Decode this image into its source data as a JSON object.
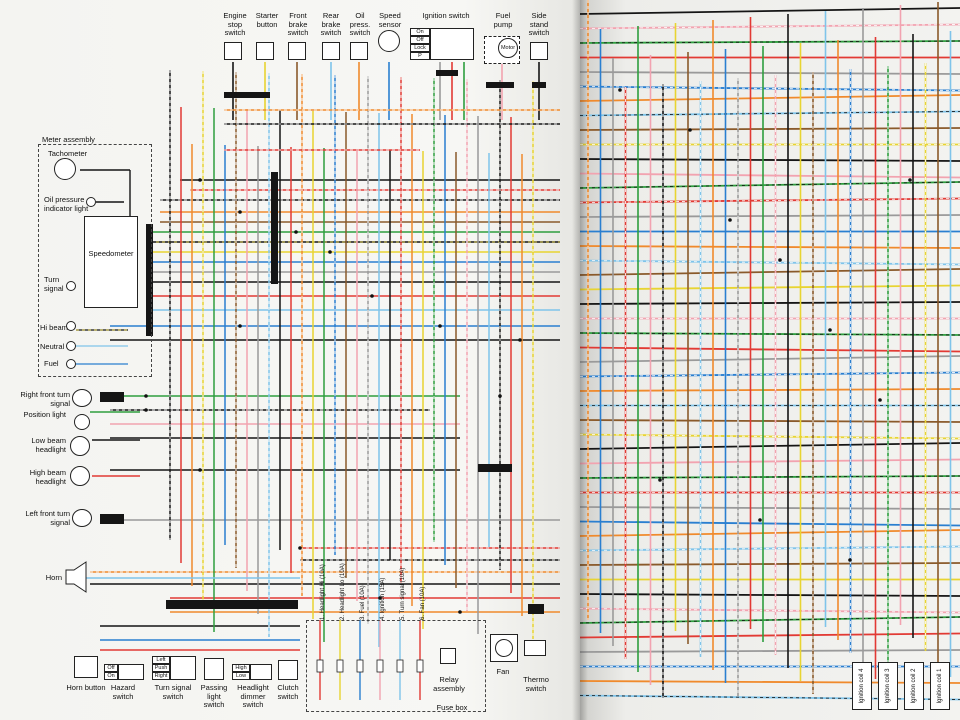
{
  "colors": {
    "black": "#151515",
    "red": "#e23a34",
    "orange": "#f08a2c",
    "yellow": "#e8d431",
    "green": "#2e9e3e",
    "blue": "#2a7fd0",
    "brown": "#8a5a2b",
    "pink": "#f2a3b0",
    "gray": "#9a9a9a",
    "white": "#ffffff",
    "lightblue": "#7fc4ea"
  },
  "meter": {
    "assembly": "Meter assembly",
    "tachometer": "Tachometer",
    "oil_light": "Oil pressure indicator light",
    "speedometer": "Speedometer",
    "turn_signal": "Turn signal",
    "hi_beam": "Hi beam",
    "neutral": "Neutral",
    "fuel": "Fuel"
  },
  "top_switches": [
    {
      "id": "engine-stop-switch",
      "label": "Engine stop switch"
    },
    {
      "id": "starter-button",
      "label": "Starter button"
    },
    {
      "id": "front-brake-switch",
      "label": "Front brake switch"
    },
    {
      "id": "rear-brake-switch",
      "label": "Rear brake switch"
    },
    {
      "id": "oil-press-switch",
      "label": "Oil press. switch"
    },
    {
      "id": "speed-sensor",
      "label": "Speed sensor"
    },
    {
      "id": "ignition-switch",
      "label": "Ignition switch"
    },
    {
      "id": "fuel-pump",
      "label": "Fuel pump"
    },
    {
      "id": "side-stand-switch",
      "label": "Side stand switch"
    }
  ],
  "ignition_positions": [
    "On",
    "Off",
    "Lock",
    "P"
  ],
  "motor_label": "Motor",
  "left_lights": [
    {
      "id": "right-front-turn-signal",
      "label": "Right front turn signal"
    },
    {
      "id": "position-light",
      "label": "Position light"
    },
    {
      "id": "low-beam-headlight",
      "label": "Low beam headlight"
    },
    {
      "id": "high-beam-headlight",
      "label": "High beam headlight"
    },
    {
      "id": "left-front-turn-signal",
      "label": "Left front turn signal"
    }
  ],
  "horn": "Horn",
  "bottom_switches": [
    {
      "id": "horn-button",
      "label": "Horn button"
    },
    {
      "id": "hazard-switch",
      "label": "Hazard switch"
    },
    {
      "id": "turn-signal-switch",
      "label": "Turn signal switch"
    },
    {
      "id": "passing-light-switch",
      "label": "Passing light switch"
    },
    {
      "id": "headlight-dimmer-switch",
      "label": "Headlight dimmer switch"
    },
    {
      "id": "clutch-switch",
      "label": "Clutch switch"
    }
  ],
  "hazard_states": [
    "Off",
    "On"
  ],
  "turn_states": [
    "Left",
    "Push",
    "Right"
  ],
  "dimmer_states": [
    "High",
    "Low"
  ],
  "fuses": [
    "1. Headlight Hi (10A)",
    "2. Headlight Lo (10A)",
    "3. Fuel (10A)",
    "4. Ignition (15A)",
    "5. Turn signal (10A)",
    "6. Fan (10A)"
  ],
  "fuse_box": "Fuse box",
  "relay_assembly": "Relay assembly",
  "fan": "Fan",
  "thermo_switch": "Thermo switch",
  "coils": [
    "Ignition coil 4",
    "Ignition coil 3",
    "Ignition coil 2",
    "Ignition coil 1"
  ]
}
